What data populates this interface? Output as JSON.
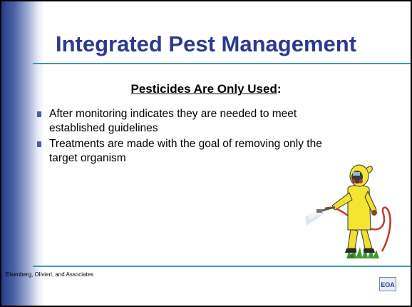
{
  "slide": {
    "title": "Integrated Pest Management",
    "subtitle_main": "Pesticides Are Only Used",
    "subtitle_suffix": ":",
    "bullets": [
      "After monitoring indicates they are needed to meet established guidelines",
      "Treatments are made with the goal  of removing only the target organism"
    ],
    "footer_credit": "Eisenberg, Olivieri, and Associates",
    "logo_text": "EOA"
  },
  "colors": {
    "title": "#2b3a8f",
    "rule": "#3c9aa6",
    "bullet": "#4a5db0",
    "left_band": "#243d86"
  }
}
